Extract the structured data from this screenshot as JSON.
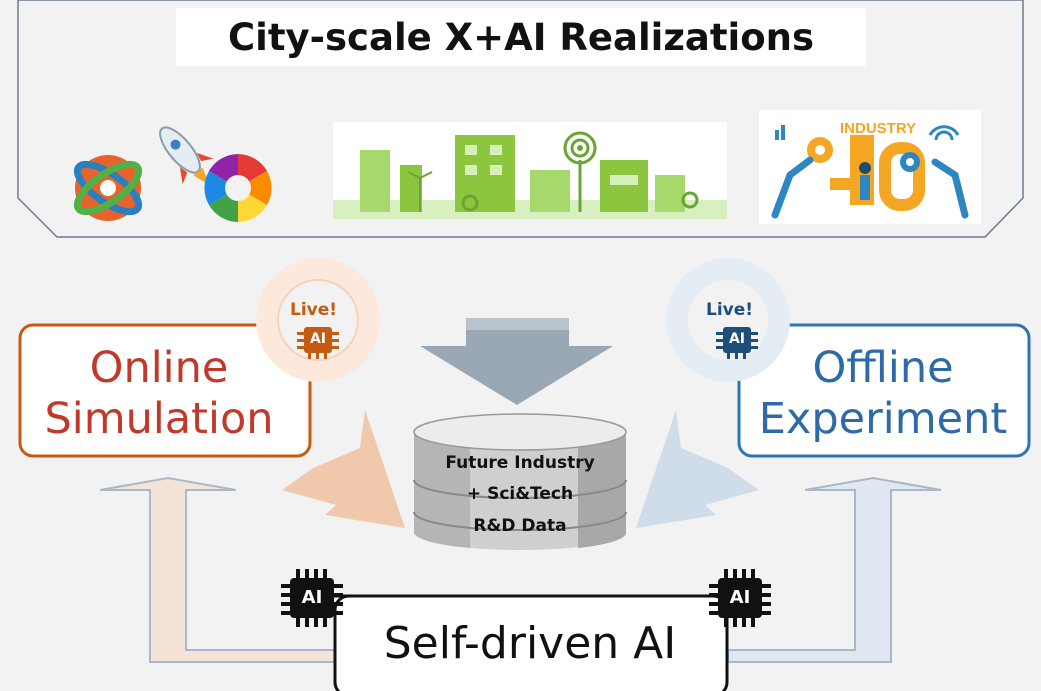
{
  "title": "City-scale X+AI Realizations",
  "online": {
    "line1": "Online",
    "line2": "Simulation",
    "live": "Live!",
    "chip": "AI"
  },
  "offline": {
    "line1": "Offline",
    "line2": "Experiment",
    "live": "Live!",
    "chip": "AI"
  },
  "database": {
    "line1": "Future Industry",
    "line2": "+ Sci&Tech",
    "line3": "R&D Data"
  },
  "selfdriven": {
    "label": "Self-driven AI",
    "chip": "AI"
  },
  "illustrations": {
    "industry_label": "INDUSTRY"
  },
  "colors": {
    "online": "#c55a11",
    "offline": "#2e75b6",
    "title_bg": "#ffffff",
    "background": "#f2f2f2"
  }
}
